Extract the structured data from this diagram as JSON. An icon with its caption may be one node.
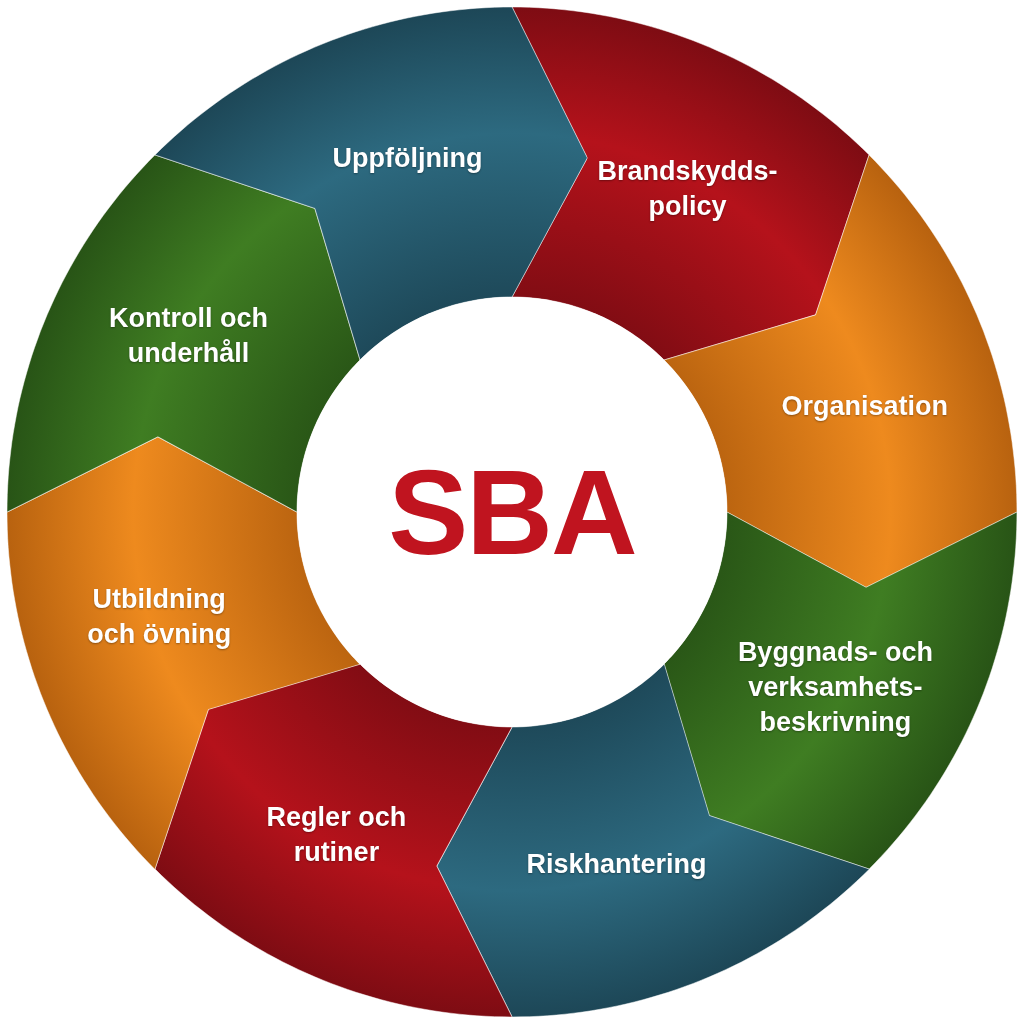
{
  "diagram": {
    "nodes": [
      {
        "text": [
          "SBA"
        ]
      },
      {
        "text": [
          "Brandskydds- policy"
        ]
      },
      {
        "text": [
          "Organisation"
        ]
      },
      {
        "text": [
          "Byggnads- och verksamhets- beskrivning"
        ]
      },
      {
        "text": [
          "Riskhantering"
        ]
      },
      {
        "text": [
          "Regler och rutiner"
        ]
      },
      {
        "text": [
          "Utbildning och övning"
        ]
      },
      {
        "text": [
          "Kontroll och underhåll"
        ]
      },
      {
        "text": [
          "Uppföljning"
        ]
      }
    ]
  }
}
